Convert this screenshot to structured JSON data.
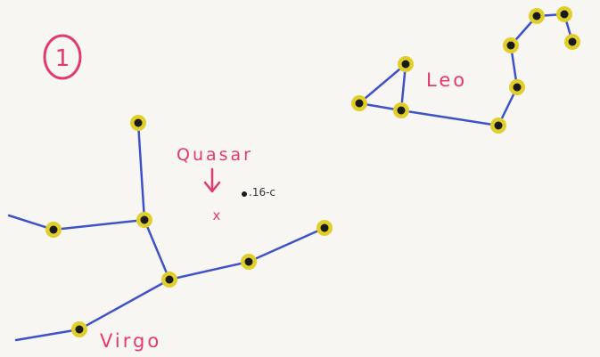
{
  "diagram": {
    "number": "1",
    "constellations": {
      "leo": {
        "label": "Leo"
      },
      "virgo": {
        "label": "Virgo"
      }
    },
    "quasar": {
      "label": "Quasar",
      "marker": "x",
      "nearby_star_note": ".16-c"
    },
    "colors": {
      "line": "#3f52c7",
      "halo": "#e0cf2a",
      "star": "#1a1a1a",
      "ink_pink": "#e23a6b",
      "paper": "#f7f6f2"
    }
  }
}
